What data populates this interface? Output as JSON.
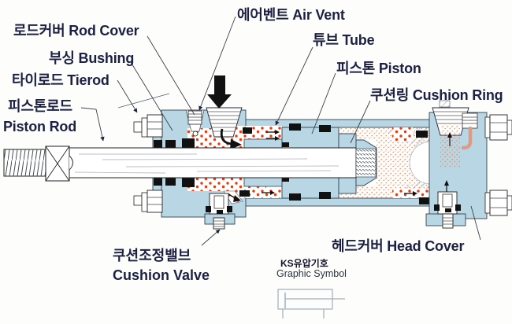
{
  "labels": {
    "rod_cover": "로드커버 Rod Cover",
    "bushing": "부싱 Bushing",
    "tierod": "타이로드 Tierod",
    "piston_rod_ko": "피스톤로드",
    "piston_rod_en": "Piston Rod",
    "air_vent": "에어벤트 Air Vent",
    "tube": "튜브 Tube",
    "piston": "피스톤 Piston",
    "cushion_ring": "쿠션링 Cushion Ring",
    "cushion_valve_ko": "쿠션조정밸브",
    "cushion_valve_en": "Cushion Valve",
    "head_cover": "헤드커버 Head Cover",
    "ks_symbol_ko": "KS유압기호",
    "ks_symbol_en": "Graphic Symbol"
  },
  "colors": {
    "label_text": "#1c2144",
    "body_blue": "#b9d6e4",
    "outline": "#33454f",
    "fluid_dot": "#e83a10",
    "stipple_dot": "#e08a5e",
    "hatch_line": "#97a3ab",
    "cushion_tube_pink": "#dd9a84",
    "symbol_stroke": "#9fb0ba",
    "arrow_black": "#111111"
  }
}
